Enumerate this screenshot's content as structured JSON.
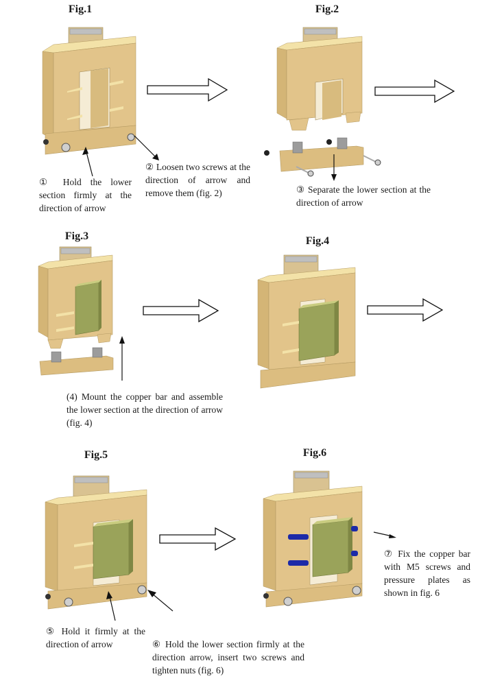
{
  "figures": [
    {
      "id": "fig1",
      "title": "Fig.1"
    },
    {
      "id": "fig2",
      "title": "Fig.2"
    },
    {
      "id": "fig3",
      "title": "Fig.3"
    },
    {
      "id": "fig4",
      "title": "Fig.4"
    },
    {
      "id": "fig5",
      "title": "Fig.5"
    },
    {
      "id": "fig6",
      "title": "Fig.6"
    }
  ],
  "steps": [
    {
      "num": "①",
      "text": "Hold the lower section firmly at the direction of arrow"
    },
    {
      "num": "②",
      "text": "Loosen two screws at the direction of arrow and remove them (fig. 2)"
    },
    {
      "num": "③",
      "text": "Separate the lower section at the direction of arrow"
    },
    {
      "num": "(4)",
      "text": "Mount the copper bar and assemble the lower section at the direction of arrow (fig. 4)"
    },
    {
      "num": "⑤",
      "text": "Hold it firmly at the direction of arrow"
    },
    {
      "num": "⑥",
      "text": "Hold the lower section firmly at the direction arrow, insert two screws and tighten nuts (fig. 6)"
    },
    {
      "num": "⑦",
      "text": "Fix the copper bar with M5 screws and pressure plates as shown in fig. 6"
    }
  ],
  "colors": {
    "housing": "#e2c48a",
    "housing_dark": "#c9a866",
    "housing_light": "#f3e2a8",
    "copper_bar": "#9aa35a",
    "screw_blue": "#1c2aa8",
    "metal": "#a8a8a8"
  }
}
